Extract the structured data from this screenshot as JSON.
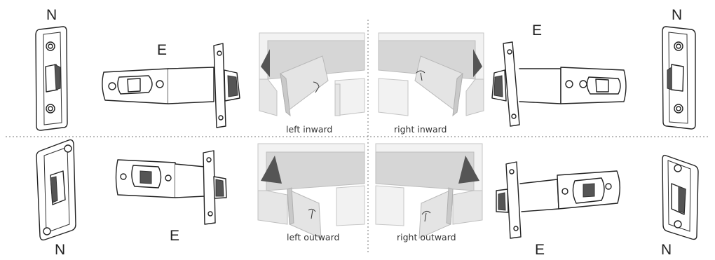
{
  "labels": {
    "strike_plate": "N",
    "latch_bolt": "E"
  },
  "door_swings": {
    "left_inward": "left inward",
    "right_inward": "right inward",
    "left_outward": "left outward",
    "right_outward": "right outward"
  }
}
